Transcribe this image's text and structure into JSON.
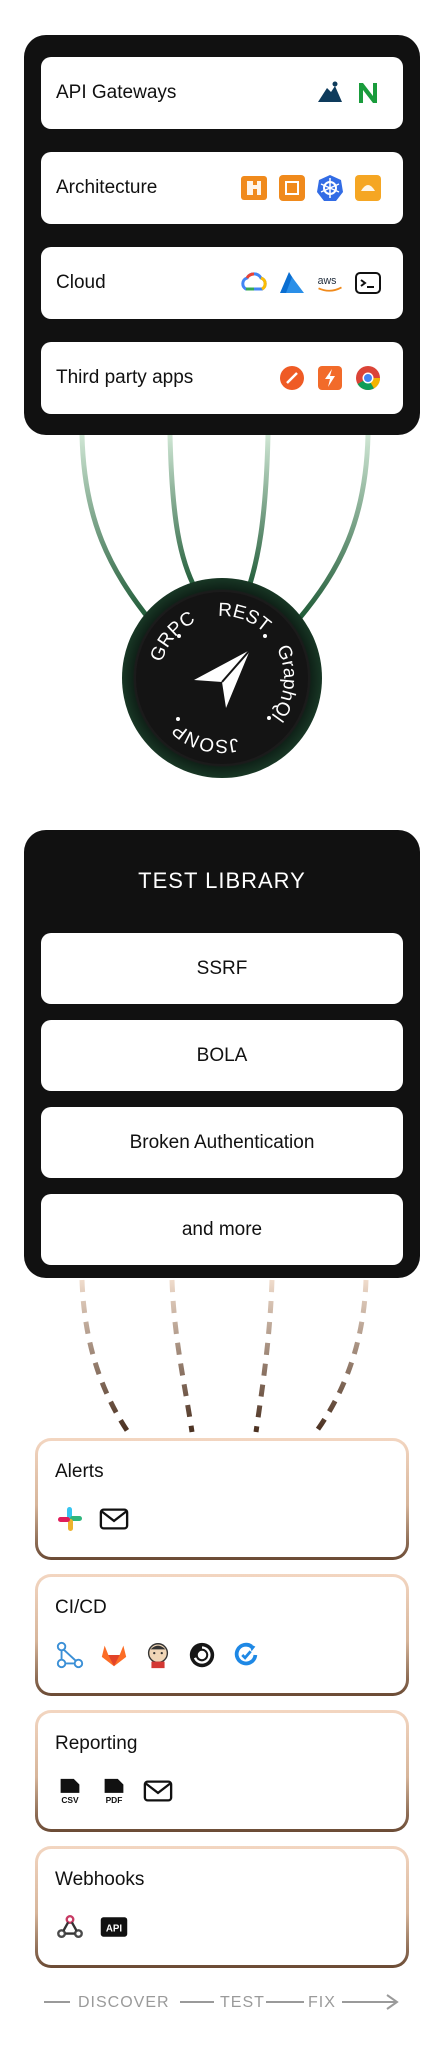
{
  "sources": {
    "rows": [
      {
        "label": "API Gateways",
        "icons": [
          "kong-icon",
          "nginx-icon"
        ]
      },
      {
        "label": "Architecture",
        "icons": [
          "aws-lambda-icon",
          "aws-ecs-icon",
          "kubernetes-icon",
          "aws-ec2-icon"
        ]
      },
      {
        "label": "Cloud",
        "icons": [
          "google-cloud-icon",
          "azure-icon",
          "aws-icon",
          "terminal-icon"
        ]
      },
      {
        "label": "Third party apps",
        "icons": [
          "postman-icon",
          "swagger-icon",
          "chrome-icon"
        ]
      }
    ]
  },
  "hub": {
    "protocols": [
      "REST",
      "GraphQl",
      "JSONP",
      "GRPC"
    ]
  },
  "library": {
    "title": "TEST LIBRARY",
    "items": [
      "SSRF",
      "BOLA",
      "Broken Authentication",
      "and more"
    ]
  },
  "destinations": [
    {
      "title": "Alerts",
      "icons": [
        "slack-icon",
        "email-icon"
      ]
    },
    {
      "title": "CI/CD",
      "icons": [
        "pipeline-icon",
        "gitlab-icon",
        "jenkins-icon",
        "circleci-icon",
        "azure-devops-icon"
      ]
    },
    {
      "title": "Reporting",
      "icons": [
        "csv-icon",
        "pdf-icon",
        "email-icon"
      ],
      "csv_text": "CSV",
      "pdf_text": "PDF"
    },
    {
      "title": "Webhooks",
      "icons": [
        "webhook-icon",
        "api-icon"
      ],
      "api_text": "API"
    }
  ],
  "aws_text": "aws",
  "flow": {
    "steps": [
      "DISCOVER",
      "TEST",
      "FIX"
    ]
  },
  "colors": {
    "dark": "#111111",
    "green": "#2f6b45",
    "brown": "#6a4a34",
    "peach": "#f3d6c1"
  }
}
